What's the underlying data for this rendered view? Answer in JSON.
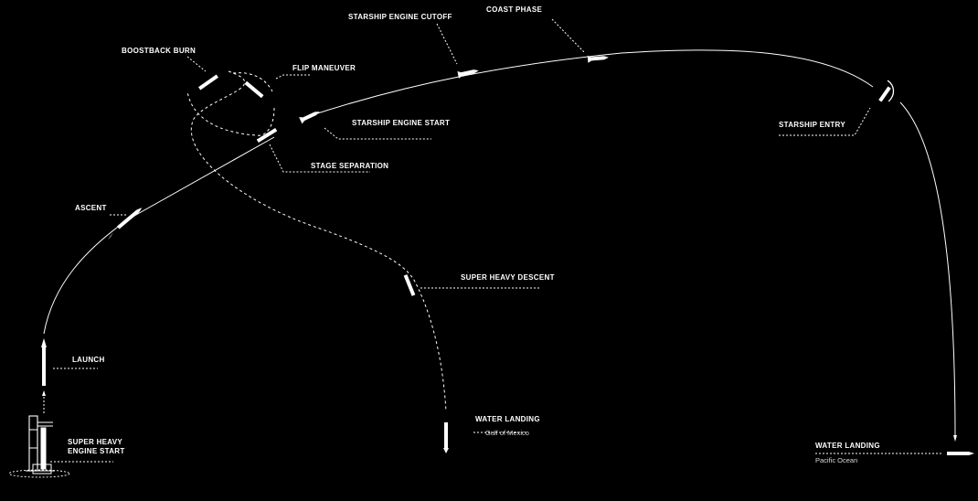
{
  "diagram": {
    "labels": {
      "starship_engine_cutoff": "STARSHIP ENGINE CUTOFF",
      "coast_phase": "COAST PHASE",
      "boostback_burn": "BOOSTBACK BURN",
      "flip_maneuver": "FLIP MANEUVER",
      "starship_engine_start": "STARSHIP ENGINE START",
      "starship_entry": "STARSHIP ENTRY",
      "stage_separation": "STAGE SEPARATION",
      "ascent": "ASCENT",
      "super_heavy_descent": "SUPER HEAVY DESCENT",
      "launch": "LAUNCH",
      "water_landing_gulf": "WATER LANDING",
      "gulf_of_mexico": "Gulf of Mexico",
      "super_heavy_engine_start_line1": "SUPER HEAVY",
      "super_heavy_engine_start_line2": "ENGINE START",
      "water_landing_pacific": "WATER LANDING",
      "pacific_ocean": "Pacific Ocean"
    },
    "colors": {
      "background": "#000000",
      "line": "#ffffff",
      "text": "#ffffff"
    }
  }
}
